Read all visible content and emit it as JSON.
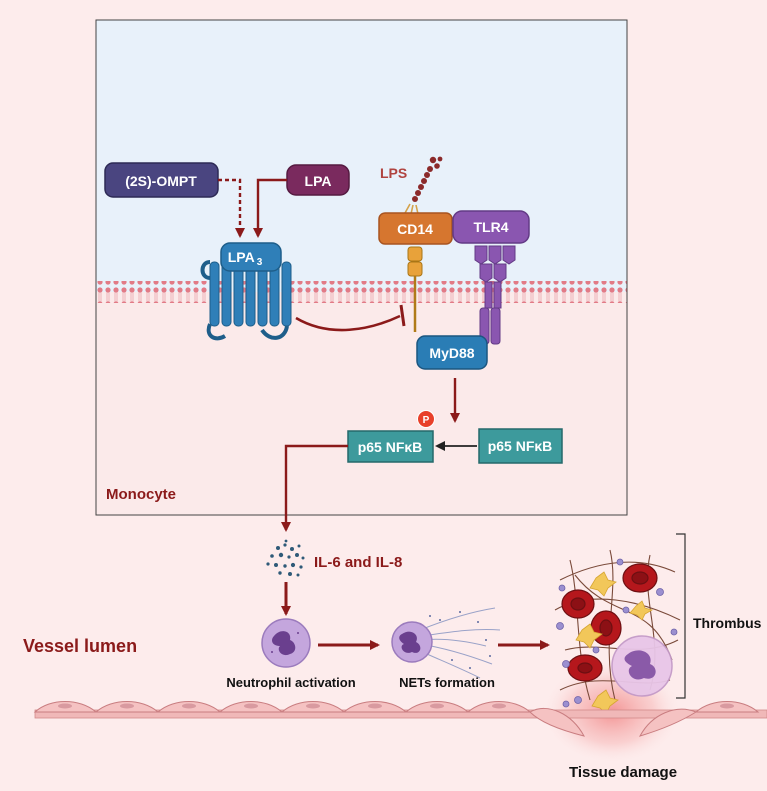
{
  "labels": {
    "omp": "(2S)-OMPT",
    "lpa": "LPA",
    "lpa3_main": "LPA",
    "lpa3_sub": "3",
    "lps": "LPS",
    "cd14": "CD14",
    "tlr4": "TLR4",
    "myd88": "MyD88",
    "p65_left": "p65 NFκB",
    "p65_right": "p65 NFκB",
    "phospho": "P",
    "monocyte": "Monocyte",
    "il": "IL-6 and IL-8",
    "vessel": "Vessel lumen",
    "neut": "Neutrophil activation",
    "nets": "NETs formation",
    "thrombus": "Thrombus",
    "tissue": "Tissue damage"
  },
  "colors": {
    "background": "#fdecec",
    "cell_top": "#e8f1fa",
    "cell_bottom": "#fbeaea",
    "dark_red": "#8b1a1a",
    "omp_box": "#4a4580",
    "lpa_box": "#7a2a5e",
    "lpa3_blue": "#2f7fb8",
    "cd14_orange": "#d6762f",
    "tlr4_purple": "#8a56b0",
    "myd88_blue": "#2a7db5",
    "nfkb_teal": "#3d9a9c"
  }
}
